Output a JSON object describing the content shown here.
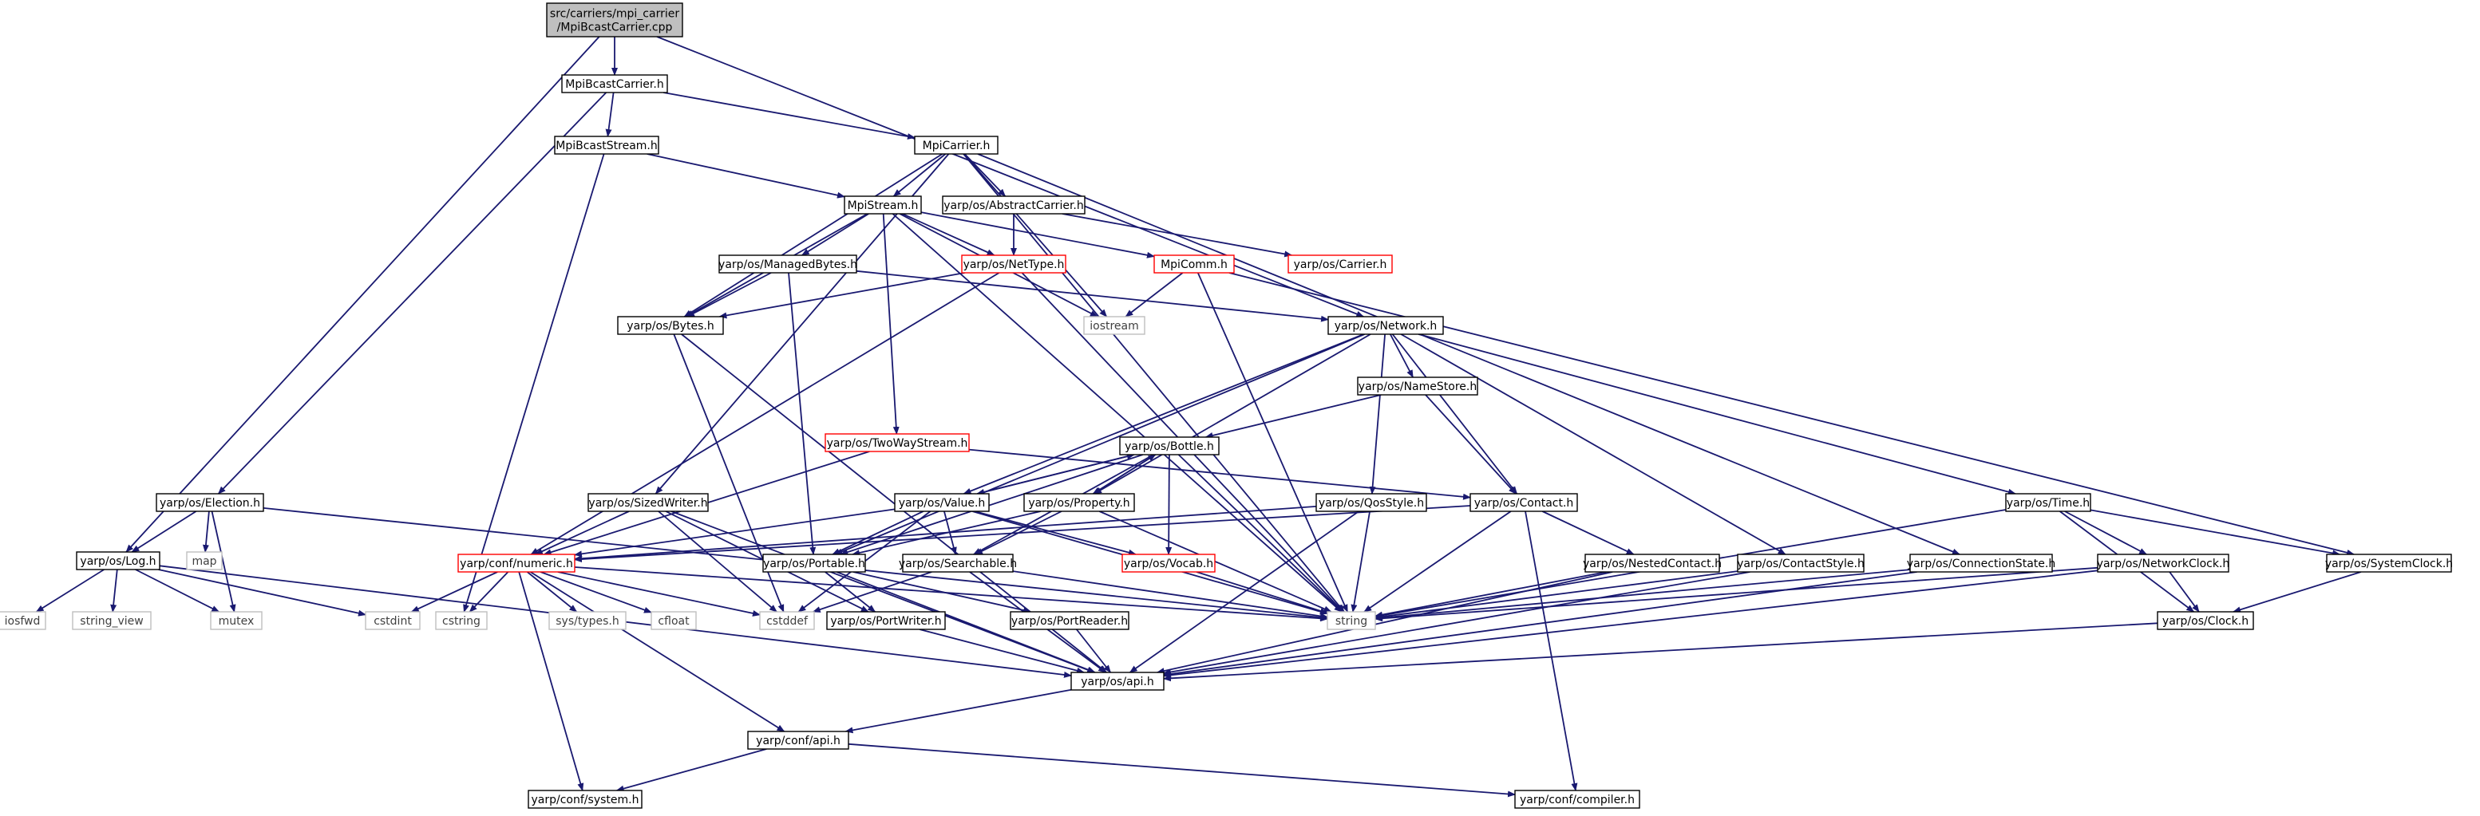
{
  "colors": {
    "edge": "#191970",
    "node_border": "#000000",
    "node_border_truncated": "#ff0000",
    "node_border_external": "#bfbfbf",
    "root_fill": "#bfbfbf",
    "node_fill": "#ffffff",
    "external_text": "#404040"
  },
  "nodes": [
    {
      "id": "root",
      "lines": [
        "src/carriers/mpi_carrier",
        "/MpiBcastCarrier.cpp"
      ],
      "kind": "root"
    },
    {
      "id": "MpiBcastCarrier",
      "lines": [
        "MpiBcastCarrier.h"
      ],
      "kind": "normal"
    },
    {
      "id": "MpiBcastStream",
      "lines": [
        "MpiBcastStream.h"
      ],
      "kind": "normal"
    },
    {
      "id": "MpiCarrier",
      "lines": [
        "MpiCarrier.h"
      ],
      "kind": "normal"
    },
    {
      "id": "MpiStream",
      "lines": [
        "MpiStream.h"
      ],
      "kind": "normal"
    },
    {
      "id": "AbstractCarrier",
      "lines": [
        "yarp/os/AbstractCarrier.h"
      ],
      "kind": "normal"
    },
    {
      "id": "NetType",
      "lines": [
        "yarp/os/NetType.h"
      ],
      "kind": "truncated"
    },
    {
      "id": "MpiComm",
      "lines": [
        "MpiComm.h"
      ],
      "kind": "truncated"
    },
    {
      "id": "Carrier",
      "lines": [
        "yarp/os/Carrier.h"
      ],
      "kind": "truncated"
    },
    {
      "id": "ManagedBytes",
      "lines": [
        "yarp/os/ManagedBytes.h"
      ],
      "kind": "normal"
    },
    {
      "id": "Bytes",
      "lines": [
        "yarp/os/Bytes.h"
      ],
      "kind": "normal"
    },
    {
      "id": "iostream",
      "lines": [
        "iostream"
      ],
      "kind": "external"
    },
    {
      "id": "Network",
      "lines": [
        "yarp/os/Network.h"
      ],
      "kind": "normal"
    },
    {
      "id": "NameStore",
      "lines": [
        "yarp/os/NameStore.h"
      ],
      "kind": "normal"
    },
    {
      "id": "TwoWayStream",
      "lines": [
        "yarp/os/TwoWayStream.h"
      ],
      "kind": "truncated"
    },
    {
      "id": "Bottle",
      "lines": [
        "yarp/os/Bottle.h"
      ],
      "kind": "normal"
    },
    {
      "id": "Election",
      "lines": [
        "yarp/os/Election.h"
      ],
      "kind": "normal"
    },
    {
      "id": "SizedWriter",
      "lines": [
        "yarp/os/SizedWriter.h"
      ],
      "kind": "normal"
    },
    {
      "id": "Value",
      "lines": [
        "yarp/os/Value.h"
      ],
      "kind": "normal"
    },
    {
      "id": "Property",
      "lines": [
        "yarp/os/Property.h"
      ],
      "kind": "normal"
    },
    {
      "id": "QosStyle",
      "lines": [
        "yarp/os/QosStyle.h"
      ],
      "kind": "normal"
    },
    {
      "id": "Contact",
      "lines": [
        "yarp/os/Contact.h"
      ],
      "kind": "normal"
    },
    {
      "id": "Time",
      "lines": [
        "yarp/os/Time.h"
      ],
      "kind": "normal"
    },
    {
      "id": "Log",
      "lines": [
        "yarp/os/Log.h"
      ],
      "kind": "normal"
    },
    {
      "id": "map",
      "lines": [
        "map"
      ],
      "kind": "external"
    },
    {
      "id": "numeric",
      "lines": [
        "yarp/conf/numeric.h"
      ],
      "kind": "truncated"
    },
    {
      "id": "Portable",
      "lines": [
        "yarp/os/Portable.h"
      ],
      "kind": "normal"
    },
    {
      "id": "Searchable",
      "lines": [
        "yarp/os/Searchable.h"
      ],
      "kind": "normal"
    },
    {
      "id": "Vocab",
      "lines": [
        "yarp/os/Vocab.h"
      ],
      "kind": "truncated"
    },
    {
      "id": "NestedContact",
      "lines": [
        "yarp/os/NestedContact.h"
      ],
      "kind": "normal"
    },
    {
      "id": "ContactStyle",
      "lines": [
        "yarp/os/ContactStyle.h"
      ],
      "kind": "normal"
    },
    {
      "id": "ConnectionState",
      "lines": [
        "yarp/os/ConnectionState.h"
      ],
      "kind": "normal"
    },
    {
      "id": "NetworkClock",
      "lines": [
        "yarp/os/NetworkClock.h"
      ],
      "kind": "normal"
    },
    {
      "id": "SystemClock",
      "lines": [
        "yarp/os/SystemClock.h"
      ],
      "kind": "normal"
    },
    {
      "id": "iosfwd",
      "lines": [
        "iosfwd"
      ],
      "kind": "external"
    },
    {
      "id": "string_view",
      "lines": [
        "string_view"
      ],
      "kind": "external"
    },
    {
      "id": "mutex",
      "lines": [
        "mutex"
      ],
      "kind": "external"
    },
    {
      "id": "cstdint",
      "lines": [
        "cstdint"
      ],
      "kind": "external"
    },
    {
      "id": "cstring",
      "lines": [
        "cstring"
      ],
      "kind": "external"
    },
    {
      "id": "systypes",
      "lines": [
        "sys/types.h"
      ],
      "kind": "external"
    },
    {
      "id": "cfloat",
      "lines": [
        "cfloat"
      ],
      "kind": "external"
    },
    {
      "id": "cstddef",
      "lines": [
        "cstddef"
      ],
      "kind": "external"
    },
    {
      "id": "PortWriter",
      "lines": [
        "yarp/os/PortWriter.h"
      ],
      "kind": "normal"
    },
    {
      "id": "PortReader",
      "lines": [
        "yarp/os/PortReader.h"
      ],
      "kind": "normal"
    },
    {
      "id": "string",
      "lines": [
        "string"
      ],
      "kind": "external"
    },
    {
      "id": "Clock",
      "lines": [
        "yarp/os/Clock.h"
      ],
      "kind": "normal"
    },
    {
      "id": "osapi",
      "lines": [
        "yarp/os/api.h"
      ],
      "kind": "normal"
    },
    {
      "id": "confapi",
      "lines": [
        "yarp/conf/api.h"
      ],
      "kind": "normal"
    },
    {
      "id": "system",
      "lines": [
        "yarp/conf/system.h"
      ],
      "kind": "normal"
    },
    {
      "id": "compiler",
      "lines": [
        "yarp/conf/compiler.h"
      ],
      "kind": "normal"
    }
  ],
  "edges": [
    [
      "root",
      "MpiBcastCarrier"
    ],
    [
      "root",
      "Log"
    ],
    [
      "root",
      "Network"
    ],
    [
      "MpiBcastCarrier",
      "MpiBcastStream"
    ],
    [
      "MpiBcastCarrier",
      "MpiCarrier"
    ],
    [
      "MpiBcastCarrier",
      "Election"
    ],
    [
      "MpiBcastStream",
      "MpiStream"
    ],
    [
      "MpiBcastStream",
      "cstring"
    ],
    [
      "MpiCarrier",
      "MpiStream"
    ],
    [
      "MpiCarrier",
      "AbstractCarrier"
    ],
    [
      "MpiCarrier",
      "Bytes"
    ],
    [
      "MpiCarrier",
      "iostream"
    ],
    [
      "MpiCarrier",
      "string"
    ],
    [
      "MpiCarrier",
      "SizedWriter"
    ],
    [
      "MpiCarrier",
      "ConnectionState"
    ],
    [
      "MpiStream",
      "MpiComm"
    ],
    [
      "MpiStream",
      "NetType"
    ],
    [
      "MpiStream",
      "ManagedBytes"
    ],
    [
      "MpiStream",
      "Bytes"
    ],
    [
      "MpiStream",
      "TwoWayStream"
    ],
    [
      "MpiStream",
      "iostream"
    ],
    [
      "MpiStream",
      "string"
    ],
    [
      "AbstractCarrier",
      "Carrier"
    ],
    [
      "AbstractCarrier",
      "NetType"
    ],
    [
      "NetType",
      "Bytes"
    ],
    [
      "NetType",
      "numeric"
    ],
    [
      "NetType",
      "string"
    ],
    [
      "MpiComm",
      "iostream"
    ],
    [
      "MpiComm",
      "string"
    ],
    [
      "MpiComm",
      "SystemClock"
    ],
    [
      "ManagedBytes",
      "Bytes"
    ],
    [
      "ManagedBytes",
      "Portable"
    ],
    [
      "ManagedBytes",
      "Network"
    ],
    [
      "Bytes",
      "cstddef"
    ],
    [
      "Bytes",
      "osapi"
    ],
    [
      "Network",
      "NameStore"
    ],
    [
      "Network",
      "Contact"
    ],
    [
      "Network",
      "Portable"
    ],
    [
      "Network",
      "Value"
    ],
    [
      "Network",
      "Property"
    ],
    [
      "Network",
      "QosStyle"
    ],
    [
      "Network",
      "ContactStyle"
    ],
    [
      "Network",
      "Time"
    ],
    [
      "NameStore",
      "Bottle"
    ],
    [
      "NameStore",
      "Contact"
    ],
    [
      "TwoWayStream",
      "Contact"
    ],
    [
      "TwoWayStream",
      "numeric"
    ],
    [
      "Bottle",
      "Value"
    ],
    [
      "Bottle",
      "Portable"
    ],
    [
      "Bottle",
      "Property"
    ],
    [
      "Bottle",
      "Searchable"
    ],
    [
      "Bottle",
      "Vocab"
    ],
    [
      "Bottle",
      "string"
    ],
    [
      "Value",
      "Bottle"
    ],
    [
      "Value",
      "Portable"
    ],
    [
      "Value",
      "Searchable"
    ],
    [
      "Value",
      "Vocab"
    ],
    [
      "Value",
      "numeric"
    ],
    [
      "Value",
      "cstddef"
    ],
    [
      "Value",
      "string"
    ],
    [
      "Property",
      "Bottle"
    ],
    [
      "Property",
      "Portable"
    ],
    [
      "Property",
      "Searchable"
    ],
    [
      "Property",
      "string"
    ],
    [
      "QosStyle",
      "numeric"
    ],
    [
      "QosStyle",
      "string"
    ],
    [
      "QosStyle",
      "osapi"
    ],
    [
      "Contact",
      "NestedContact"
    ],
    [
      "Contact",
      "numeric"
    ],
    [
      "Contact",
      "string"
    ],
    [
      "Contact",
      "compiler"
    ],
    [
      "Election",
      "Log"
    ],
    [
      "Election",
      "map"
    ],
    [
      "Election",
      "mutex"
    ],
    [
      "Election",
      "string"
    ],
    [
      "SizedWriter",
      "numeric"
    ],
    [
      "SizedWriter",
      "PortWriter"
    ],
    [
      "SizedWriter",
      "cstddef"
    ],
    [
      "SizedWriter",
      "osapi"
    ],
    [
      "Time",
      "NetworkClock"
    ],
    [
      "Time",
      "SystemClock"
    ],
    [
      "Time",
      "Clock"
    ],
    [
      "Time",
      "string"
    ],
    [
      "Log",
      "iosfwd"
    ],
    [
      "Log",
      "string_view"
    ],
    [
      "Log",
      "mutex"
    ],
    [
      "Log",
      "cstdint"
    ],
    [
      "Log",
      "osapi"
    ],
    [
      "numeric",
      "cstdint"
    ],
    [
      "numeric",
      "cstring"
    ],
    [
      "numeric",
      "systypes"
    ],
    [
      "numeric",
      "cfloat"
    ],
    [
      "numeric",
      "cstddef"
    ],
    [
      "numeric",
      "string"
    ],
    [
      "numeric",
      "confapi"
    ],
    [
      "numeric",
      "system"
    ],
    [
      "Portable",
      "PortWriter"
    ],
    [
      "Portable",
      "PortReader"
    ],
    [
      "Portable",
      "osapi"
    ],
    [
      "Searchable",
      "cstddef"
    ],
    [
      "Searchable",
      "string"
    ],
    [
      "Searchable",
      "osapi"
    ],
    [
      "Vocab",
      "string"
    ],
    [
      "NestedContact",
      "string"
    ],
    [
      "NestedContact",
      "osapi"
    ],
    [
      "ContactStyle",
      "string"
    ],
    [
      "ContactStyle",
      "osapi"
    ],
    [
      "ConnectionState",
      "string"
    ],
    [
      "ConnectionState",
      "osapi"
    ],
    [
      "NetworkClock",
      "Clock"
    ],
    [
      "NetworkClock",
      "string"
    ],
    [
      "NetworkClock",
      "osapi"
    ],
    [
      "SystemClock",
      "Clock"
    ],
    [
      "PortWriter",
      "osapi"
    ],
    [
      "PortReader",
      "osapi"
    ],
    [
      "Clock",
      "osapi"
    ],
    [
      "osapi",
      "confapi"
    ],
    [
      "confapi",
      "system"
    ],
    [
      "confapi",
      "compiler"
    ]
  ]
}
